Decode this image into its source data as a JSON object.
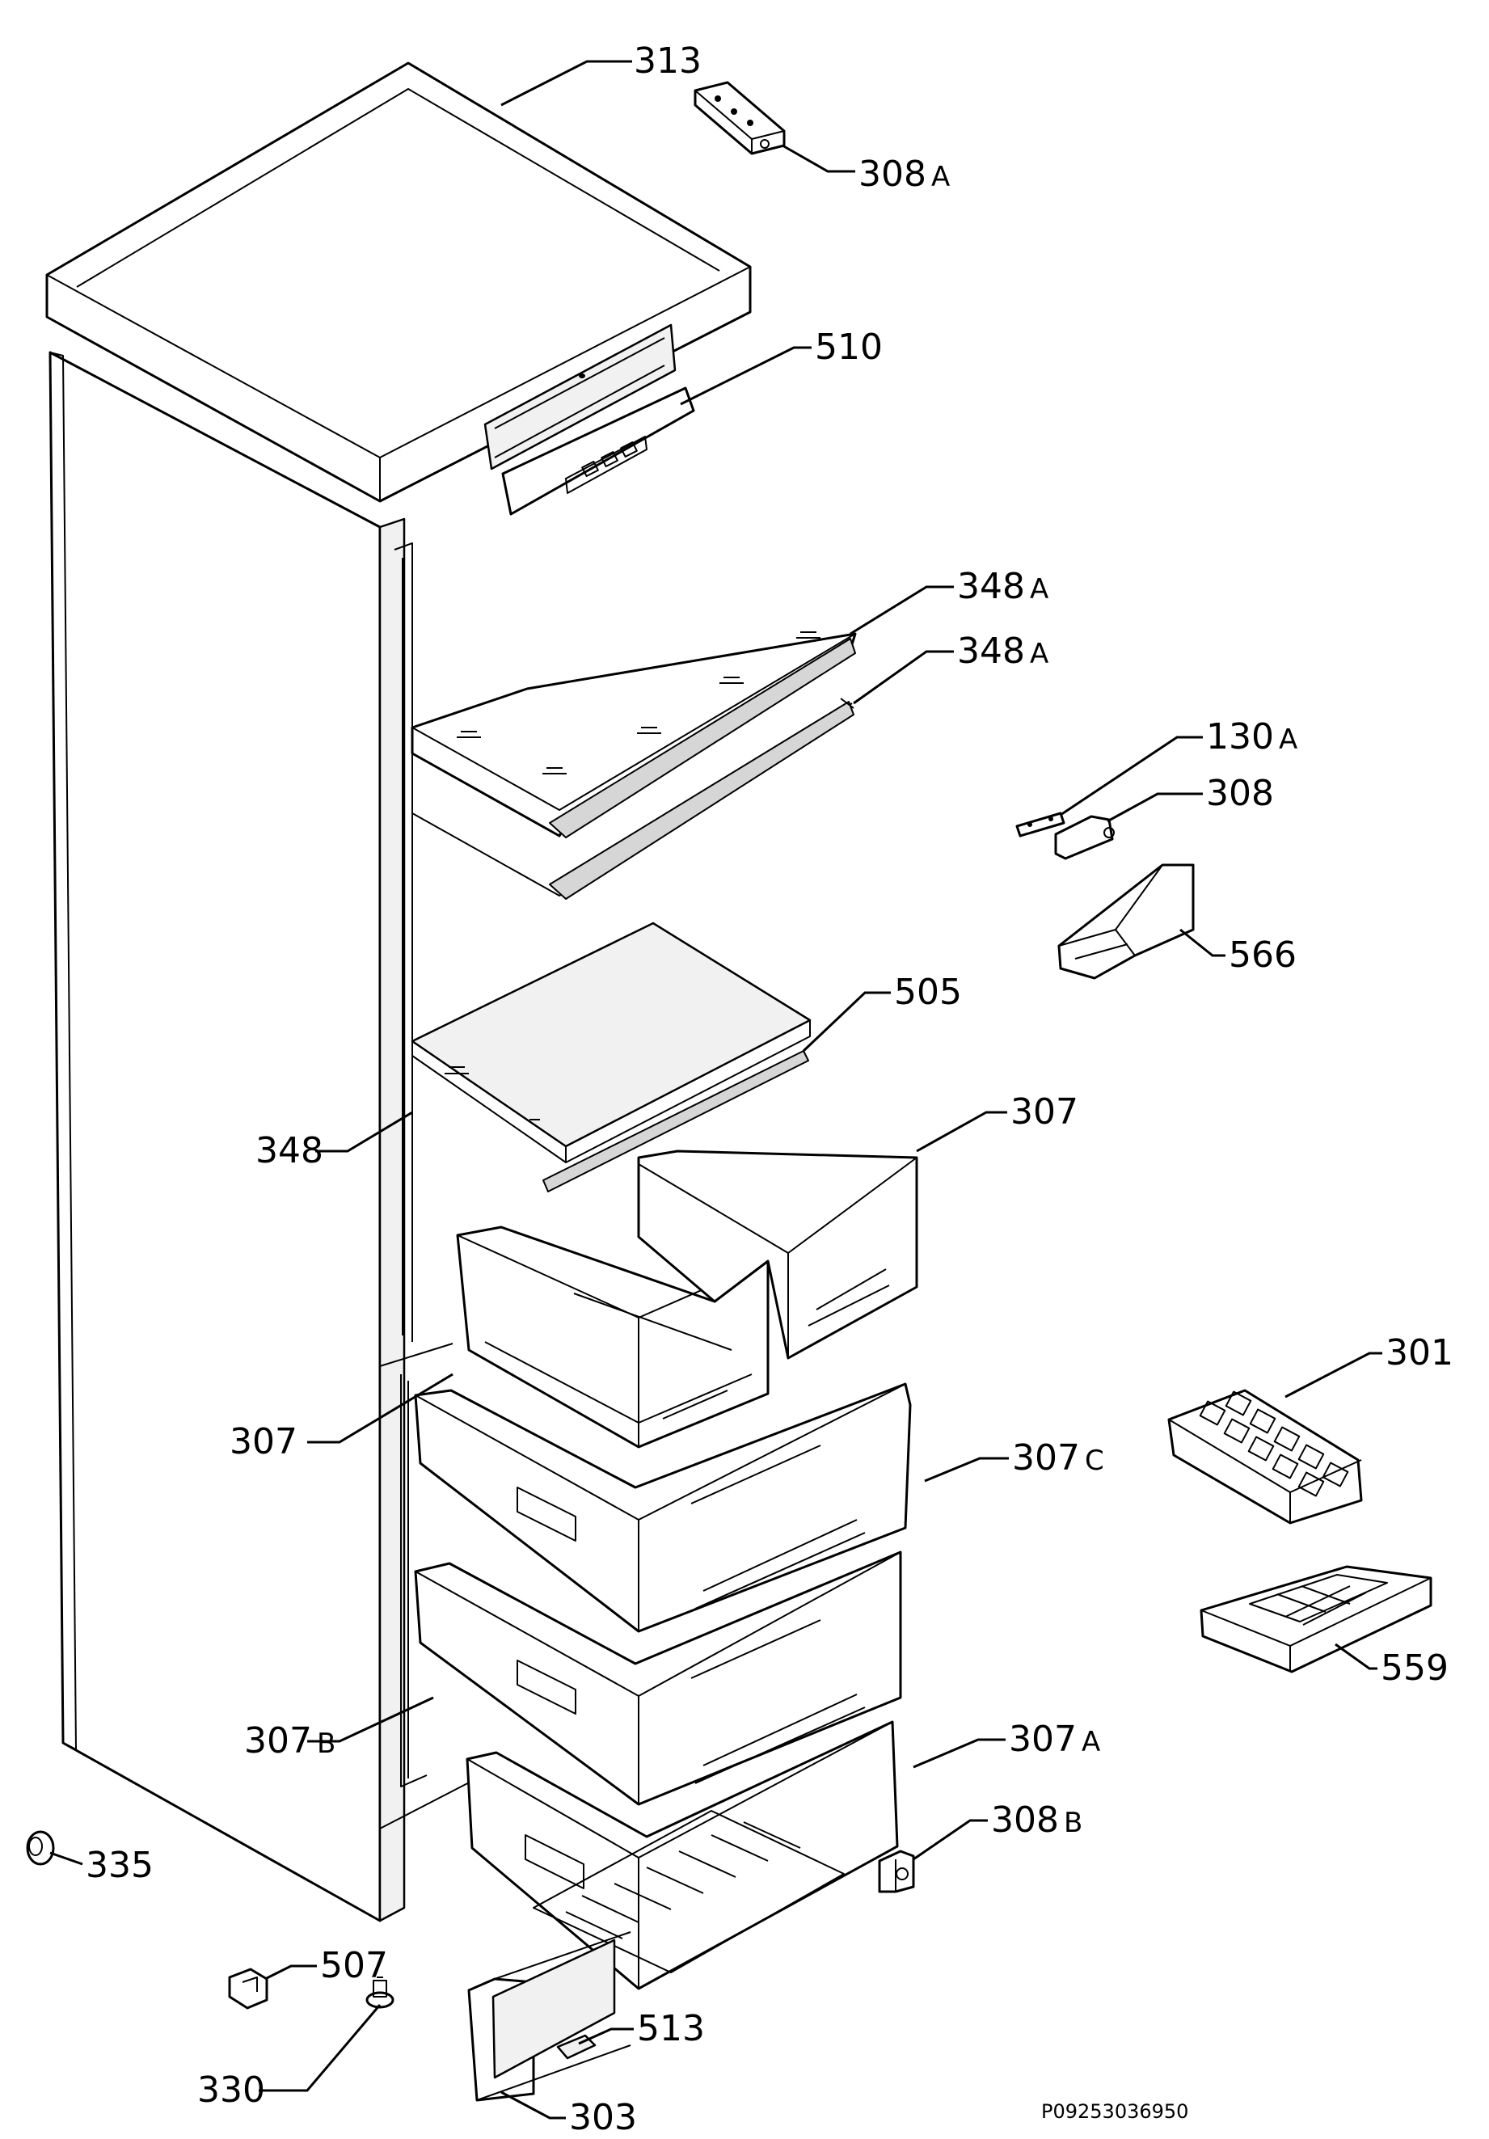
{
  "diagram": {
    "labels": {
      "l313": "313",
      "l308a": "308",
      "l510": "510",
      "l348a_1": "348",
      "l348a_2": "348",
      "l130a": "130",
      "l308": "308",
      "l566": "566",
      "l505": "505",
      "l307_right": "307",
      "l348": "348",
      "l307_left": "307",
      "l301": "301",
      "l307c": "307",
      "l559": "559",
      "l307b": "307",
      "l307a": "307",
      "l308b": "308",
      "l335": "335",
      "l507": "507",
      "l513": "513",
      "l330": "330",
      "l303": "303"
    },
    "suffixes": {
      "l308a": "A",
      "l348a_1": "A",
      "l348a_2": "A",
      "l130a": "A",
      "l307c": "C",
      "l307b": "B",
      "l307a": "A",
      "l308b": "B"
    },
    "drawing_code": "P09253036950"
  }
}
